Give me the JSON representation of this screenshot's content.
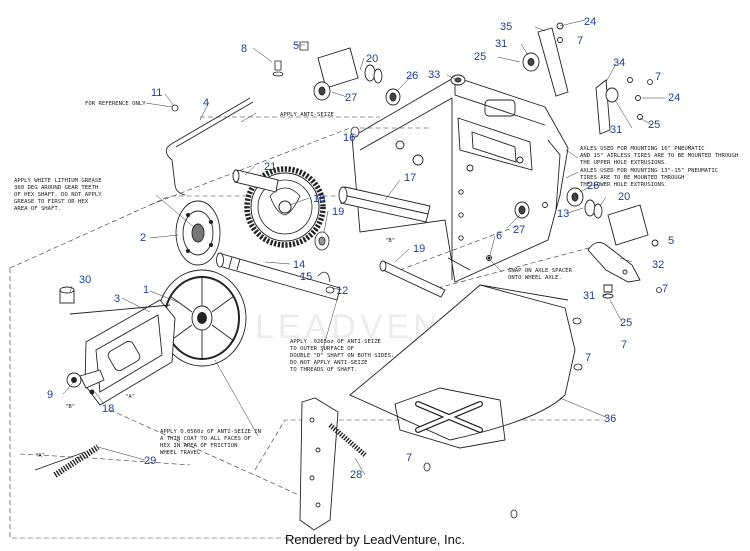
{
  "footer": "Rendered by LeadVenture, Inc.",
  "watermark": "LEADVENTURE",
  "colors": {
    "callout": "#1f3f9c",
    "line": "#222222",
    "leader": "#333333"
  },
  "callouts": {
    "c1": "1",
    "c2": "2",
    "c3": "3",
    "c4": "4",
    "c5a": "5",
    "c5b": "5",
    "c6": "6",
    "c7a": "7",
    "c7b": "7",
    "c7c": "7",
    "c7d": "7",
    "c7e": "7",
    "c7f": "7",
    "c8": "8",
    "c9": "9",
    "c10": "10",
    "c11": "11",
    "c12": "12",
    "c13": "13",
    "c14": "14",
    "c15": "15",
    "c16": "16",
    "c17": "17",
    "c18": "18",
    "c19a": "19",
    "c19b": "19",
    "c20a": "20",
    "c20b": "20",
    "c21": "21",
    "c24a": "24",
    "c24b": "24",
    "c25a": "25",
    "c25b": "25",
    "c25c": "25",
    "c26a": "26",
    "c26b": "26",
    "c27a": "27",
    "c27b": "27",
    "c28": "28",
    "c29": "29",
    "c30": "30",
    "c31a": "31",
    "c31b": "31",
    "c31c": "31",
    "c32": "32",
    "c33": "33",
    "c34": "34",
    "c35": "35",
    "c36": "36"
  },
  "notes": {
    "ref_only": "FOR REFERENCE ONLY",
    "anti_seize": "APPLY ANTI-SEIZE",
    "grease": [
      "APPLY WHITE LITHIUM GREASE",
      "360 DEG AROUND GEAR TEETH",
      "OF HEX SHAFT. DO NOT APPLY",
      "GREASE TO FIRST OR HEX",
      "AREA OF SHAFT."
    ],
    "axle16": [
      "AXLES USED FOR MOUNTING 16\" PNEUMATIC",
      "AND 15\" AIRLESS TIRES ARE TO BE MOUNTED THROUGH",
      "THE UPPER HOLE EXTRUSIONS."
    ],
    "axle13": [
      "AXLES USED FOR MOUNTING 13\"-15\" PNEUMATIC",
      "TIRES ARE TO BE MOUNTED THROUGH",
      "THE LOWER HOLE EXTRUSIONS."
    ],
    "spacer": [
      "SNAP ON AXLE SPACER",
      "ONTO WHEEL AXLE."
    ],
    "anti_0265": [
      "APPLY .0265oz OF ANTI-SEIZE",
      "TO OUTER SURFACE OF",
      "DOUBLE \"D\" SHAFT ON BOTH SIDES.",
      "DO NOT APPLY ANTI-SEIZE",
      "TO THREADS OF SHAFT."
    ],
    "anti_0560": [
      "APPLY 0.0560z OF ANTI-SEIZE IN",
      "A THIN COAT TO ALL FACES OF",
      "HEX IN AREA OF FRICTION",
      "WHEEL TRAVEL"
    ],
    "tagA1": "\"A\"",
    "tagA2": "\"A\"",
    "tagB1": "\"B\"",
    "tagB2": "\"B\""
  }
}
